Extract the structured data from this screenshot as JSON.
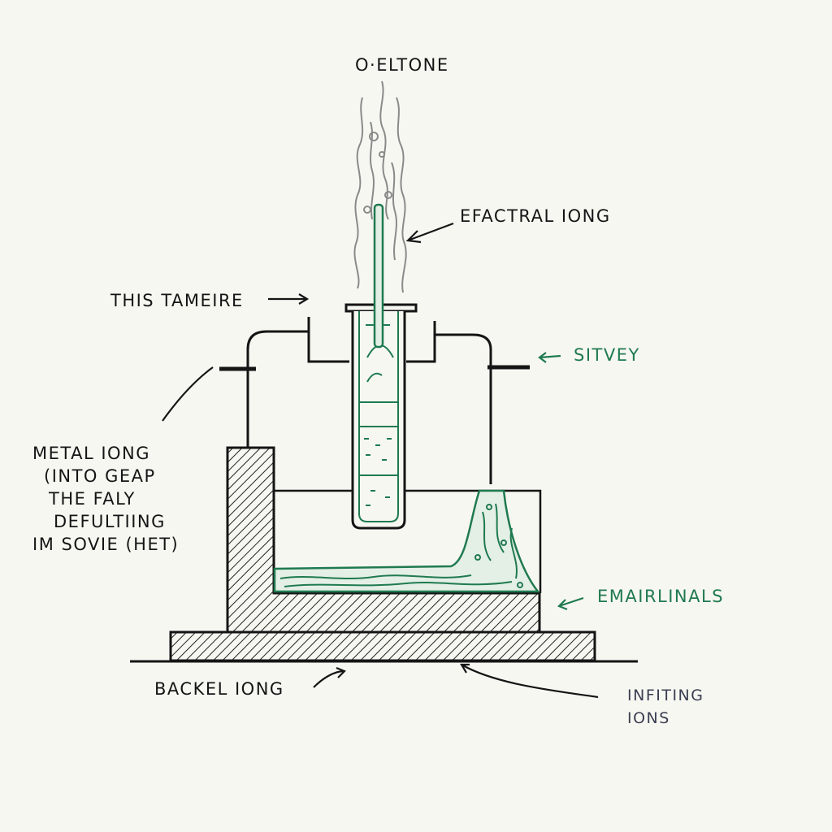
{
  "colors": {
    "ink": "#151515",
    "accent_green": "#1f7a4f",
    "label_slate": "#3b3f52",
    "paper": "#f7f7f2"
  },
  "labels": {
    "top": "O·ELTONE",
    "electrode": "EFACTRAL IONG",
    "tube": "THIS TAMEIRE",
    "sitvey": "SITVEY",
    "metal_lines": [
      "METAL IONG",
      "(INTO GEAP",
      "THE FALY",
      "DEFULTIING",
      "IM SOVIE (HET)"
    ],
    "emairlinals": "EMAIRLINALS",
    "backel": "BACKEL IONG",
    "infiting_lines": [
      "INFITING",
      "IONS"
    ]
  }
}
